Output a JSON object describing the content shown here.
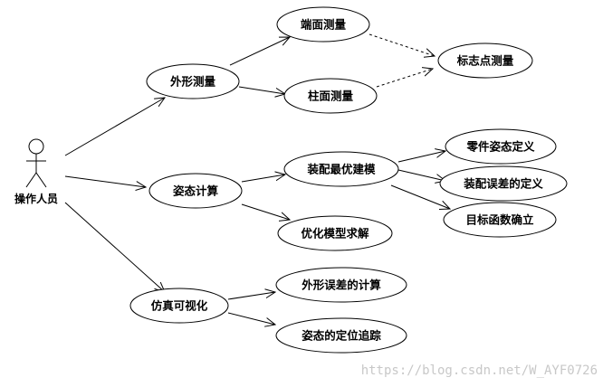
{
  "actor": {
    "label": "操作人员"
  },
  "use_cases": {
    "shape": "外形测量",
    "end_face": "端面测量",
    "cylinder": "柱面测量",
    "marker": "标志点测量",
    "posture": "姿态计算",
    "assembly": "装配最优建模",
    "part_def": "零件姿态定义",
    "asm_error": "装配误差的定义",
    "objective": "目标函数确立",
    "optimize": "优化模型求解",
    "sim": "仿真可视化",
    "shape_err": "外形误差的计算",
    "tracking": "姿态的定位追踪"
  },
  "watermark": "https://blog.csdn.net/W_AYF0726"
}
